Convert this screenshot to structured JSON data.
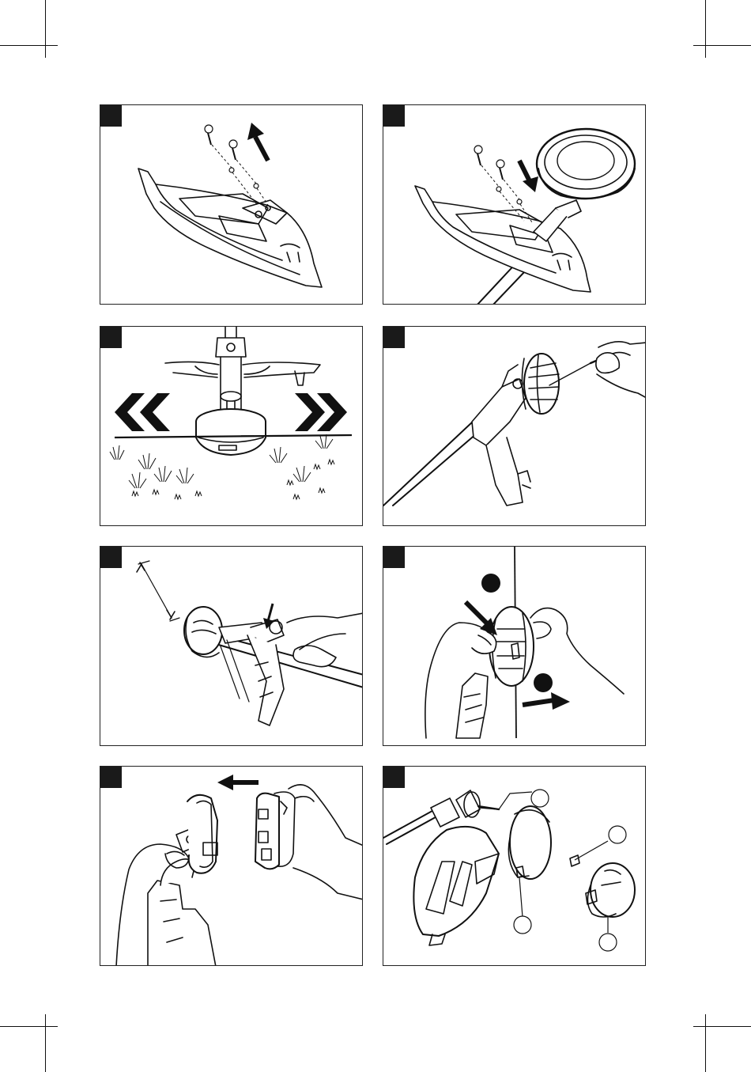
{
  "page": {
    "figures": [
      {
        "id": "fig-1",
        "content": "guard-screw-removal"
      },
      {
        "id": "fig-2",
        "content": "guard-mounting-with-spool-head"
      },
      {
        "id": "fig-3",
        "content": "cutting-side-to-side-over-grass"
      },
      {
        "id": "fig-4",
        "content": "pressing-eyelet-with-tool"
      },
      {
        "id": "fig-5",
        "content": "line-length-and-spool-release"
      },
      {
        "id": "fig-6",
        "content": "feed-line-through-head"
      },
      {
        "id": "fig-7",
        "content": "remove-spool-cover"
      },
      {
        "id": "fig-8",
        "content": "exploded-spool-parts"
      }
    ],
    "colors": {
      "ink": "#111111",
      "paper": "#ffffff",
      "tag": "#1a1a1a"
    },
    "icons": [
      "arrow-up-icon",
      "arrow-down-icon",
      "chevron-left-icon",
      "chevron-right-icon",
      "arrow-left-icon",
      "arrow-right-icon"
    ]
  }
}
